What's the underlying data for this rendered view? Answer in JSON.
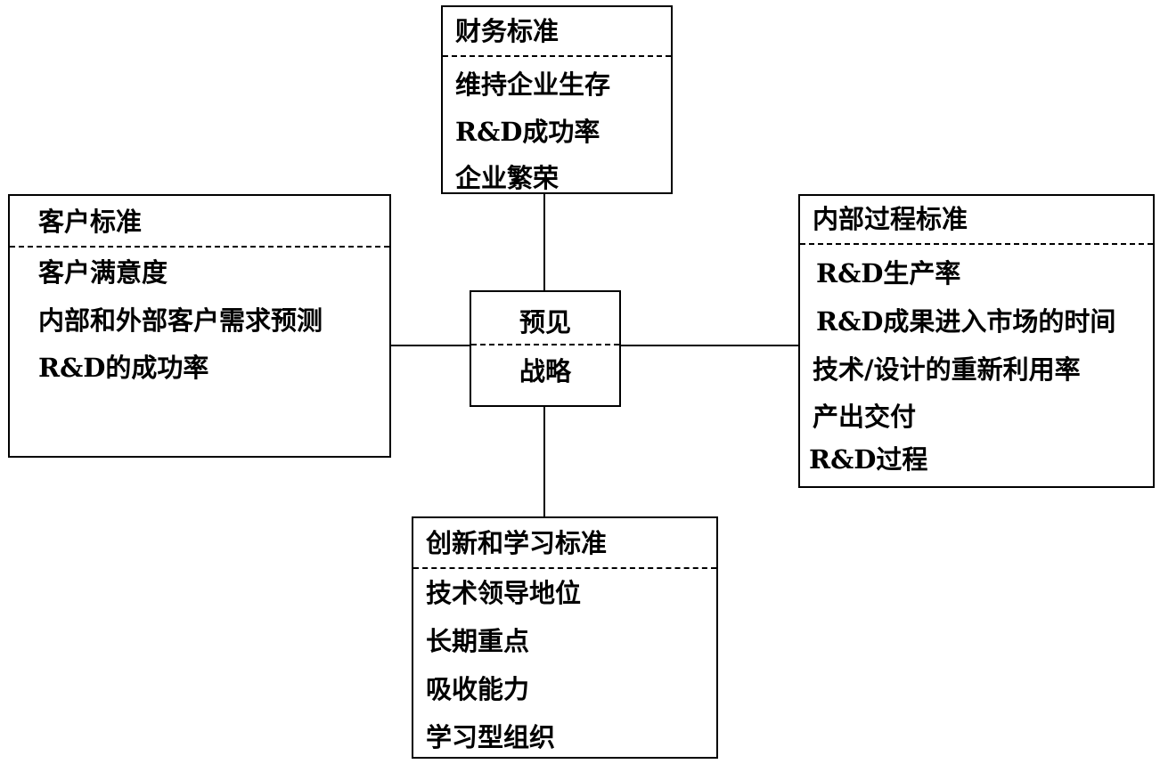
{
  "finance": {
    "title": "财务标准",
    "items": [
      "维持企业生存",
      "R&D成功率",
      "企业繁荣"
    ]
  },
  "customer": {
    "title": "客户标准",
    "items": [
      "客户满意度",
      "内部和外部客户需求预测",
      "R&D的成功率"
    ]
  },
  "internal": {
    "title": "内部过程标准",
    "items": [
      "R&D生产率",
      "R&D成果进入市场的时间",
      "技术/设计的重新利用率",
      "产出交付",
      "R&D过程"
    ]
  },
  "innovation": {
    "title": "创新和学习标准",
    "items": [
      "技术领导地位",
      "长期重点",
      "吸收能力",
      "学习型组织"
    ]
  },
  "center": {
    "top": "预见",
    "bottom": "战略"
  }
}
